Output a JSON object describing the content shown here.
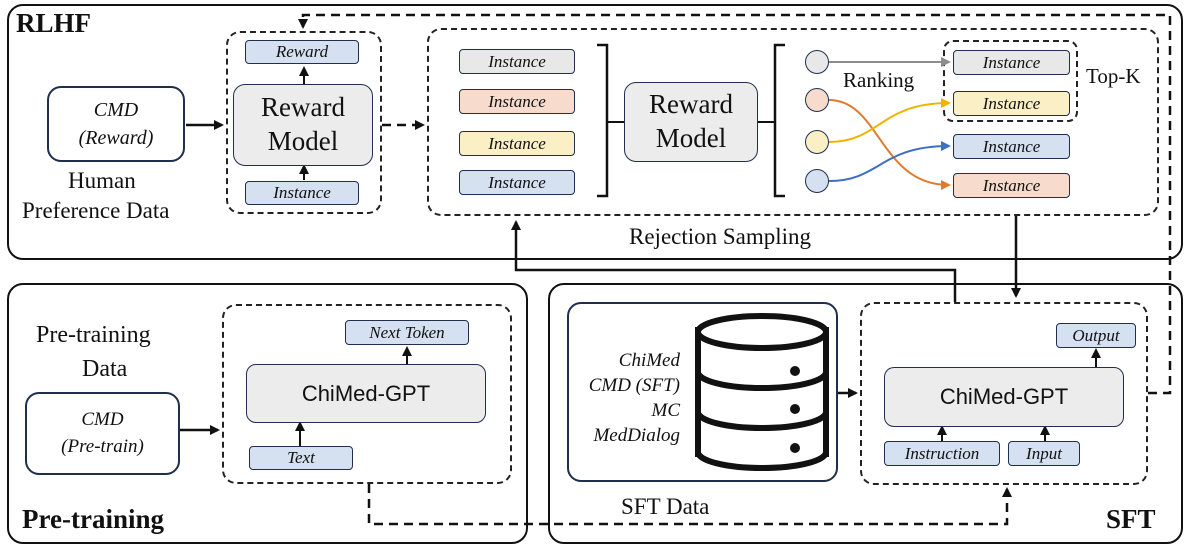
{
  "rlhf": {
    "title": "RLHF",
    "cmd_reward": [
      "CMD",
      "(Reward)"
    ],
    "human_pref": [
      "Human",
      "Preference Data"
    ],
    "reward_tag": "Reward",
    "reward_model": [
      "Reward",
      "Model"
    ],
    "instance_tag": "Instance",
    "sampling_instances": [
      "Instance",
      "Instance",
      "Instance",
      "Instance"
    ],
    "reward_model_2": [
      "Reward",
      "Model"
    ],
    "ranking": "Ranking",
    "ranked_instances": [
      "Instance",
      "Instance",
      "Instance",
      "Instance"
    ],
    "topk": "Top-K",
    "rejection_sampling": "Rejection Sampling"
  },
  "pretraining": {
    "title": "Pre-training",
    "data_label": [
      "Pre-training",
      "Data"
    ],
    "cmd_pretrain": [
      "CMD",
      "(Pre-train)"
    ],
    "next_token": "Next Token",
    "model_name": "ChiMed-GPT",
    "text_tag": "Text"
  },
  "sft": {
    "title": "SFT",
    "datasets": [
      "ChiMed",
      "CMD (SFT)",
      "MC",
      "MedDialog"
    ],
    "data_label": "SFT Data",
    "output_tag": "Output",
    "model_name": "ChiMed-GPT",
    "instruction_tag": "Instruction",
    "input_tag": "Input"
  },
  "colors": {
    "blue": "#d5e0f1",
    "gray": "#e8e8e8",
    "peach": "#f7dccd",
    "yellow": "#fbefc6",
    "arrow_gray": "#8c8c8c",
    "arrow_orange": "#e07b2e",
    "arrow_yellow": "#f0b400",
    "arrow_blue": "#3f6fc0"
  },
  "icons": [
    "database-icon"
  ]
}
